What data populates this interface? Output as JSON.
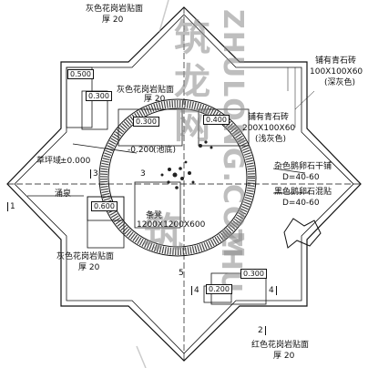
{
  "labels": {
    "top_gray_granite": "灰色花岗岩贴面",
    "top_thick": "厚 20",
    "elev_0500": "0.500",
    "elev_0300_a": "0.300",
    "mid_gray_granite": "灰色花岗岩贴面",
    "mid_thick": "厚 20",
    "elev_0300_b": "0.300",
    "elev_0400": "0.400",
    "paver_right": "铺有青石砖",
    "paver_right_size": "200X100X60",
    "paver_right_color": "(浅灰色)",
    "paver_top": "铺有青石砖",
    "paver_top_size": "100X100X60",
    "paver_top_color": "(深灰色)",
    "elev_neg0200": "-0.200",
    "water_note": "(池底)",
    "grass": "草坪域",
    "elev_pm0000": "±0.000",
    "mark_3_left": "3",
    "mark_3_center": "3",
    "mark_1": "1",
    "fountain": "涌泉",
    "elev_0600": "0.600",
    "stone_seat": "条凳",
    "stone_seat_size": "1200X1200X600",
    "pebble": "杂色鹅卵石干铺",
    "pebble_d1": "D=40-60",
    "black_pebble": "黑色鹅卵石混贴",
    "black_pebble_d": "D=40-60",
    "low_gray_granite": "灰色花岗岩贴面",
    "low_thick": "厚 20",
    "mark_5": "5",
    "mark_4_left": "4",
    "elev_0300_c": "0.300",
    "elev_0200": "0.200",
    "mark_4_right": "4",
    "mark_2": "2",
    "red_granite": "红色花岗岩贴面",
    "red_thick": "厚 20"
  },
  "watermark": {
    "cn_vertical": "筑龙网",
    "en_vertical": "ZHULONG.COM"
  }
}
